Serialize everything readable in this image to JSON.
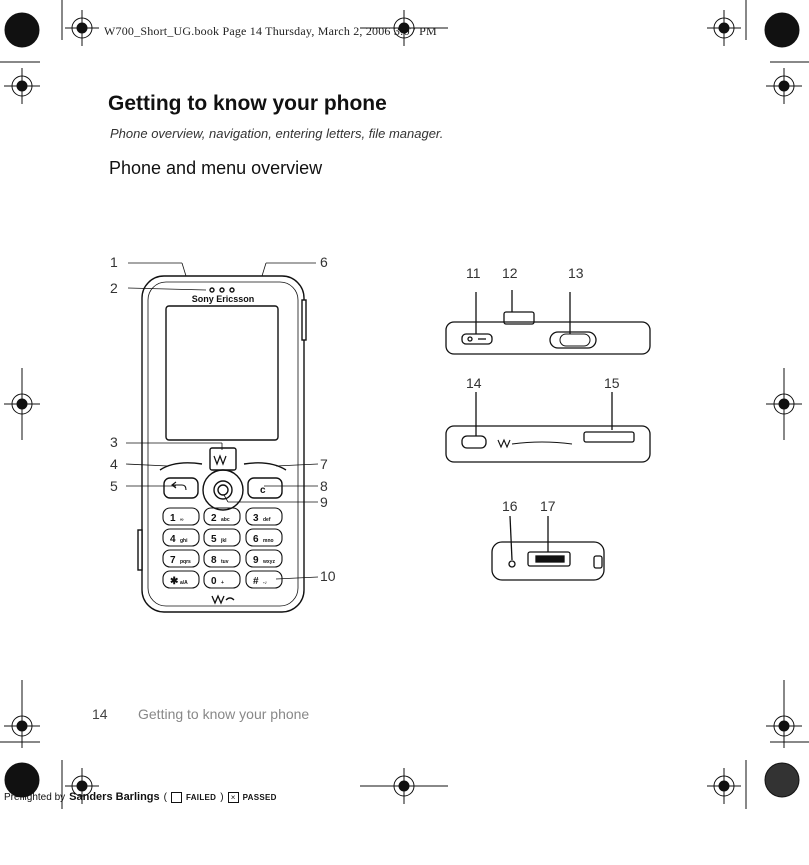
{
  "header": {
    "book_line": "W700_Short_UG.book  Page 14  Thursday, March 2, 2006  3:07 PM"
  },
  "page": {
    "title": "Getting to know your phone",
    "subtitle": "Phone overview, navigation, entering letters, file manager.",
    "section_heading": "Phone and menu overview"
  },
  "phone": {
    "brand": "Sony Ericsson",
    "callouts": [
      "1",
      "2",
      "3",
      "4",
      "5",
      "6",
      "7",
      "8",
      "9",
      "10",
      "11",
      "12",
      "13",
      "14",
      "15",
      "16",
      "17"
    ],
    "keys": [
      {
        "main": "1",
        "sub": "∞"
      },
      {
        "main": "2",
        "sub": "abc"
      },
      {
        "main": "3",
        "sub": "def"
      },
      {
        "main": "4",
        "sub": "ghi"
      },
      {
        "main": "5",
        "sub": "jkl"
      },
      {
        "main": "6",
        "sub": "mno"
      },
      {
        "main": "7",
        "sub": "pqrs"
      },
      {
        "main": "8",
        "sub": "tuv"
      },
      {
        "main": "9",
        "sub": "wxyz"
      },
      {
        "main": "✱",
        "sub": "a/A"
      },
      {
        "main": "0",
        "sub": "+"
      },
      {
        "main": "#",
        "sub": "-♪"
      }
    ]
  },
  "footer": {
    "page_number": "14",
    "running_title": "Getting to know your phone"
  },
  "preflight": {
    "label": "Preflighted by",
    "company": "Sanders Barlings",
    "failed_label": "FAILED",
    "passed_label": "PASSED",
    "passed_mark": "×"
  }
}
